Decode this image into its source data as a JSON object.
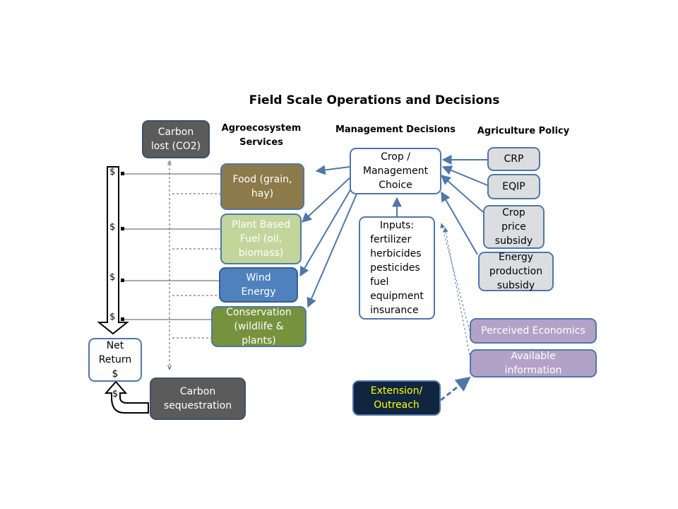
{
  "title": "Field Scale Operations and Decisions",
  "headers": {
    "agroecosystem": [
      "Agroecosystem",
      "Services"
    ],
    "management": "Management Decisions",
    "policy": "Agriculture Policy"
  },
  "carbon_lost": [
    "Carbon",
    "lost (CO2)"
  ],
  "services": {
    "food": [
      "Food (grain,",
      "hay)"
    ],
    "fuel": [
      "Plant Based",
      "Fuel (oil,",
      "biomass)"
    ],
    "wind": [
      "Wind",
      "Energy"
    ],
    "conservation": [
      "Conservation",
      "(wildlife &",
      "plants)"
    ]
  },
  "crop_choice": [
    "Crop /",
    "Management",
    "Choice"
  ],
  "inputs": [
    "Inputs:",
    "fertilizer",
    "herbicides",
    "pesticides",
    "fuel",
    "equipment",
    "insurance"
  ],
  "policy_items": {
    "crp": [
      "CRP"
    ],
    "eqip": [
      "EQIP"
    ],
    "crop_price": [
      "Crop",
      "price",
      "subsidy"
    ],
    "energy_prod": [
      "Energy",
      "production",
      "subsidy"
    ]
  },
  "perceived_economics": [
    "Perceived Economics"
  ],
  "available_information": [
    "Available",
    "information"
  ],
  "extension": [
    "Extension/",
    "Outreach"
  ],
  "net_return": [
    "Net",
    "Return",
    "$"
  ],
  "carbon_sequestration": [
    "Carbon",
    "sequestration"
  ],
  "dollar_sign": "$",
  "colors": {
    "arrow_blue": "#4f77a8",
    "dark_gray": "#5b5b5b",
    "food_brown": "#8d7a4a",
    "fuel_green": "#c2d69b",
    "wind_blue": "#4f81bd",
    "conservation_green": "#76923c",
    "policy_gray": "#dcdde0",
    "lavender": "#b3a2c7",
    "navy": "#10253f",
    "extension_text_yellow": "#ffff00"
  }
}
